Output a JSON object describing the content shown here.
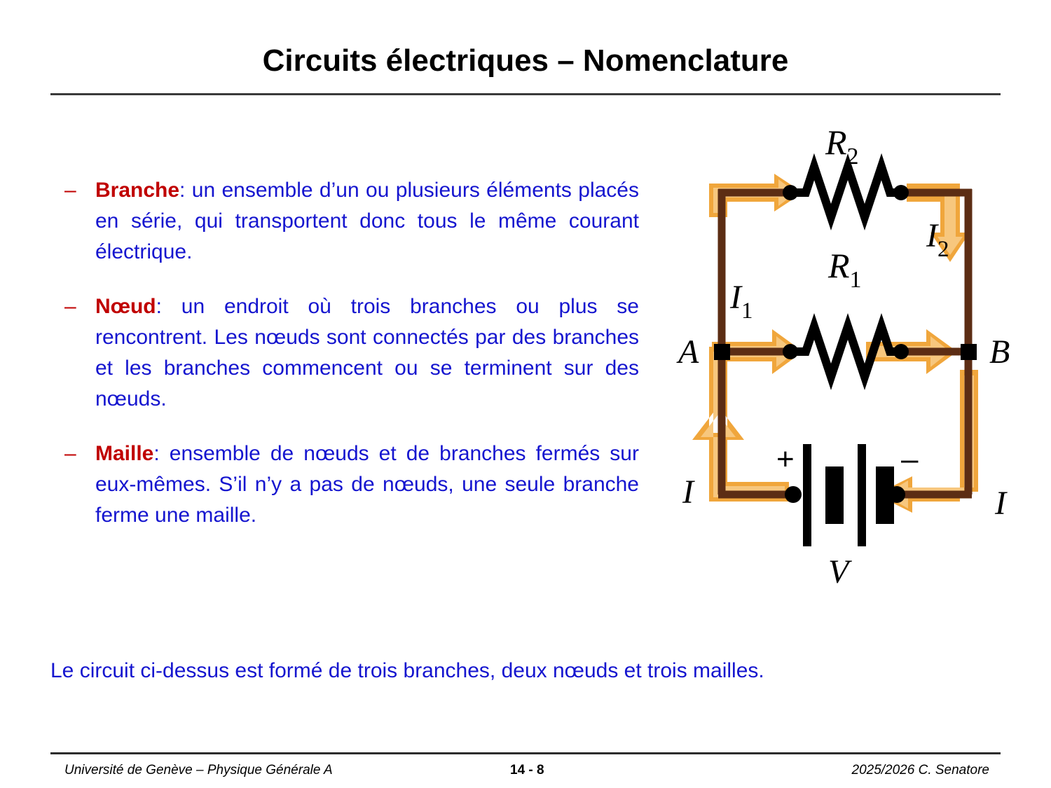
{
  "slide": {
    "title": "Circuits électriques – Nomenclature",
    "conclusion": "Le circuit ci-dessus est formé de trois branches, deux nœuds et trois mailles."
  },
  "bullets": [
    {
      "marker": "–",
      "term": "Branche",
      "separator": ":",
      "text": "  un ensemble d’un ou plusieurs éléments placés en série, qui transportent donc tous le même courant électrique."
    },
    {
      "marker": "–",
      "term": "Nœud",
      "separator": ":",
      "text": "  un endroit où trois branches ou plus se rencontrent. Les nœuds sont connectés par des branches et les branches commencent ou se terminent sur des nœuds."
    },
    {
      "marker": "–",
      "term": "Maille",
      "separator": ":",
      "text": "  ensemble de nœuds et de branches fermés sur eux-mêmes. S’il n’y a pas de nœuds, une seule branche ferme une maille."
    }
  ],
  "circuit": {
    "labels": {
      "r2": "R",
      "r2_sub": "2",
      "r1": "R",
      "r1_sub": "1",
      "i1": "I",
      "i1_sub": "1",
      "i2": "I",
      "i2_sub": "2",
      "node_a": "A",
      "node_b": "B",
      "current_left": "I",
      "current_right": "I",
      "battery": "V",
      "plus": "+",
      "minus": "–"
    },
    "colors": {
      "wire": "#5c2d14",
      "arrow": "#f0a63c",
      "arrow_light": "#f7c77e",
      "component": "#000000"
    }
  },
  "footer": {
    "left": "Université de Genève – Physique Générale A",
    "center": "14 - 8",
    "right": "2025/2026  C. Senatore"
  }
}
